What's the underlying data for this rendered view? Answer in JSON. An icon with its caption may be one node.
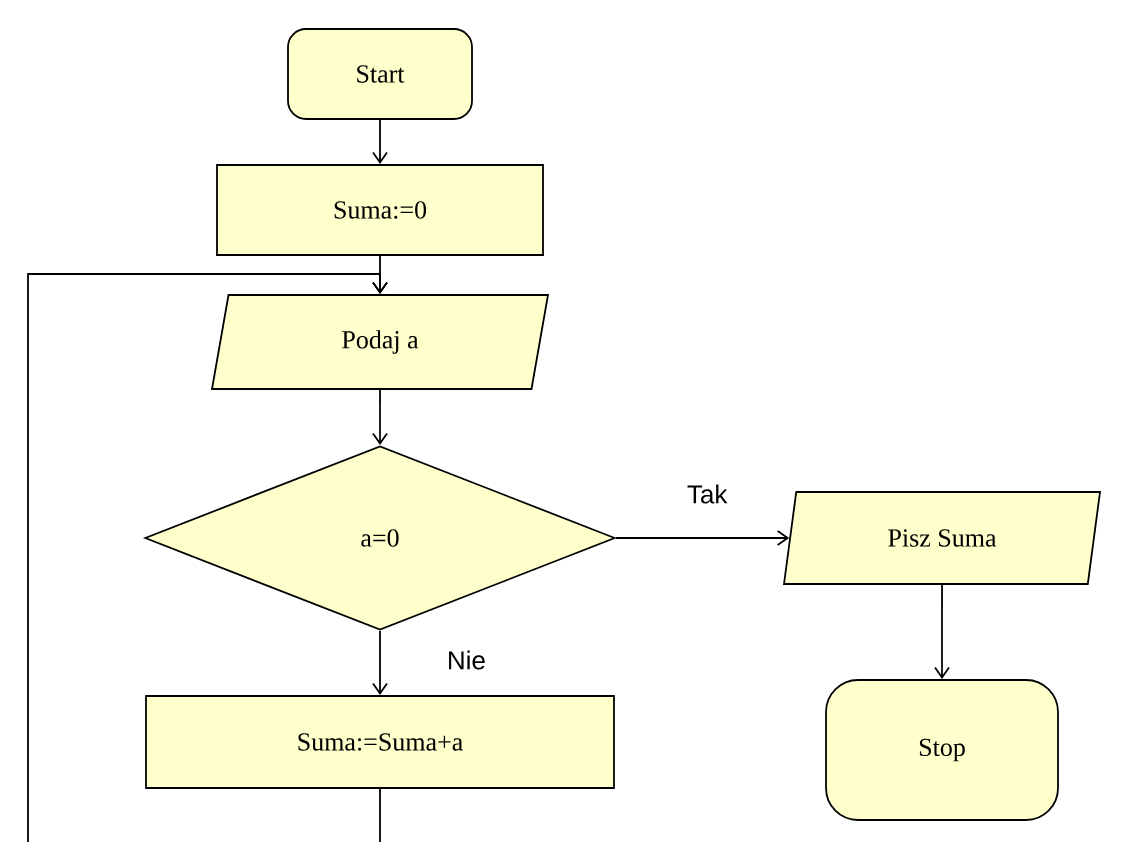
{
  "diagram": {
    "nodes": [
      {
        "text": [
          "Start"
        ]
      },
      {
        "text": [
          "Suma:=0"
        ]
      },
      {
        "text": [
          "Podaj a"
        ]
      },
      {
        "text": [
          "a=0"
        ]
      },
      {
        "text": [
          "Pisz Suma"
        ]
      },
      {
        "text": [
          "Stop"
        ]
      },
      {
        "text": [
          "Suma:=Suma+a"
        ]
      }
    ],
    "edges": [
      {
        "from": 0,
        "to": 1,
        "arrow": "to"
      },
      {
        "from": 1,
        "to": 2,
        "arrow": "to"
      },
      {
        "from": 2,
        "to": 3,
        "arrow": "to"
      },
      {
        "from": 3,
        "to": 4,
        "arrow": "to",
        "label": "Tak"
      },
      {
        "from": 3,
        "to": 6,
        "arrow": "to",
        "label": "Nie"
      },
      {
        "from": 4,
        "to": 5,
        "arrow": "to"
      },
      {
        "from": 6,
        "to": 2,
        "arrow": "to"
      }
    ]
  }
}
